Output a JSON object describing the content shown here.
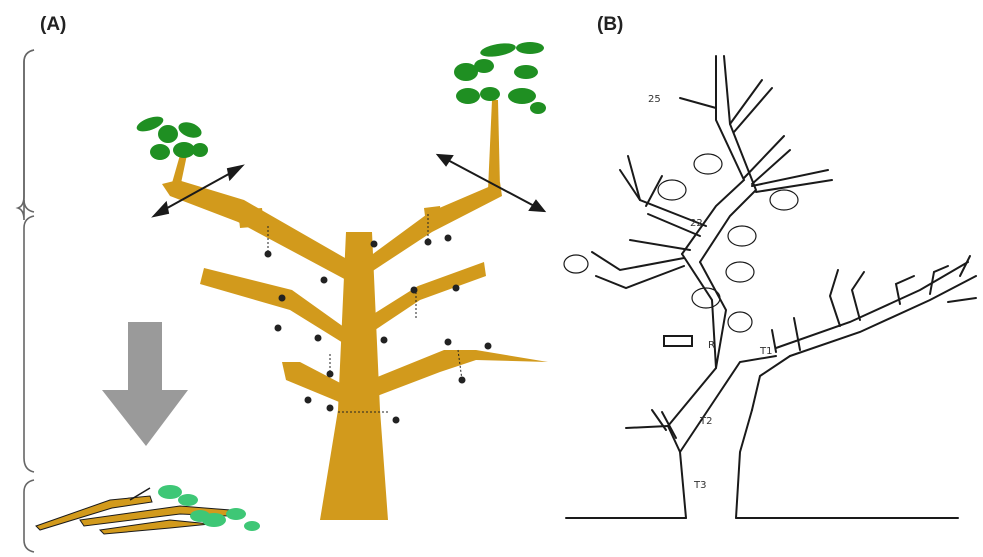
{
  "figure": {
    "panels": [
      {
        "label": "(A)"
      },
      {
        "label": "(B)"
      }
    ],
    "colors": {
      "wood": "#d29a1c",
      "foliage_dark": "#1f8f22",
      "foliage_light": "#3ec776",
      "arrow": "#9a9a9a",
      "ink": "#1a1a1a"
    },
    "panel_b_annotations": [
      "T1",
      "T2",
      "T3",
      "R",
      "25",
      "22"
    ]
  }
}
